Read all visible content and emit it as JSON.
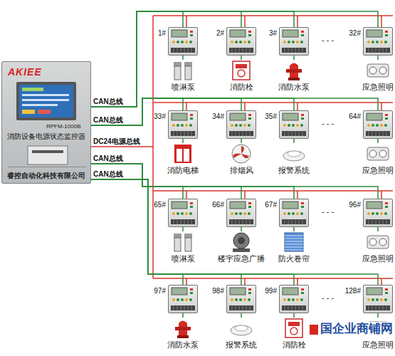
{
  "diagram": {
    "nodes": [
      {
        "text": [
          "AKIEE",
          "RPFM-1000B",
          "消防设备电源状态监控器",
          "睿控自动化科技有限公司"
        ]
      },
      {
        "text": [
          "1#"
        ]
      },
      {
        "text": [
          "喷淋泵"
        ]
      },
      {
        "text": [
          "2#"
        ]
      },
      {
        "text": [
          "消防栓"
        ]
      },
      {
        "text": [
          "3#"
        ]
      },
      {
        "text": [
          "消防水泵"
        ]
      },
      {
        "text": [
          "32#"
        ]
      },
      {
        "text": [
          "应急照明"
        ]
      },
      {
        "text": [
          "33#"
        ]
      },
      {
        "text": [
          "消防电梯"
        ]
      },
      {
        "text": [
          "34#"
        ]
      },
      {
        "text": [
          "排烟风"
        ]
      },
      {
        "text": [
          "35#"
        ]
      },
      {
        "text": [
          "报警系统"
        ]
      },
      {
        "text": [
          "64#"
        ]
      },
      {
        "text": [
          "应急照明"
        ]
      },
      {
        "text": [
          "65#"
        ]
      },
      {
        "text": [
          "喷淋泵"
        ]
      },
      {
        "text": [
          "66#"
        ]
      },
      {
        "text": [
          "楼宇应急广播"
        ]
      },
      {
        "text": [
          "67#"
        ]
      },
      {
        "text": [
          "防火卷帘"
        ]
      },
      {
        "text": [
          "96#"
        ]
      },
      {
        "text": [
          "应急照明"
        ]
      },
      {
        "text": [
          "97#"
        ]
      },
      {
        "text": [
          "消防水泵"
        ]
      },
      {
        "text": [
          "98#"
        ]
      },
      {
        "text": [
          "报警系统"
        ]
      },
      {
        "text": [
          "99#"
        ]
      },
      {
        "text": [
          "消防栓"
        ]
      },
      {
        "text": [
          "128#"
        ]
      },
      {
        "text": [
          "应急照明"
        ]
      }
    ],
    "edges": [
      {
        "from": 0,
        "to": 1,
        "arrow": "none"
      },
      {
        "from": 1,
        "to": 2,
        "arrow": "none"
      },
      {
        "from": 0,
        "to": 3,
        "arrow": "none"
      },
      {
        "from": 3,
        "to": 4,
        "arrow": "none"
      },
      {
        "from": 0,
        "to": 5,
        "arrow": "none"
      },
      {
        "from": 5,
        "to": 6,
        "arrow": "none"
      },
      {
        "from": 0,
        "to": 7,
        "arrow": "none"
      },
      {
        "from": 7,
        "to": 8,
        "arrow": "none"
      },
      {
        "from": 0,
        "to": 9,
        "arrow": "none"
      },
      {
        "from": 9,
        "to": 10,
        "arrow": "none"
      },
      {
        "from": 0,
        "to": 11,
        "arrow": "none"
      },
      {
        "from": 11,
        "to": 12,
        "arrow": "none"
      },
      {
        "from": 0,
        "to": 13,
        "arrow": "none"
      },
      {
        "from": 13,
        "to": 14,
        "arrow": "none"
      },
      {
        "from": 0,
        "to": 15,
        "arrow": "none"
      },
      {
        "from": 15,
        "to": 16,
        "arrow": "none"
      },
      {
        "from": 0,
        "to": 17,
        "arrow": "none"
      },
      {
        "from": 17,
        "to": 18,
        "arrow": "none"
      },
      {
        "from": 0,
        "to": 19,
        "arrow": "none"
      },
      {
        "from": 19,
        "to": 20,
        "arrow": "none"
      },
      {
        "from": 0,
        "to": 21,
        "arrow": "none"
      },
      {
        "from": 21,
        "to": 22,
        "arrow": "none"
      },
      {
        "from": 0,
        "to": 23,
        "arrow": "none"
      },
      {
        "from": 23,
        "to": 24,
        "arrow": "none"
      },
      {
        "from": 0,
        "to": 25,
        "arrow": "none"
      },
      {
        "from": 25,
        "to": 26,
        "arrow": "none"
      },
      {
        "from": 0,
        "to": 27,
        "arrow": "none"
      },
      {
        "from": 27,
        "to": 28,
        "arrow": "none"
      },
      {
        "from": 0,
        "to": 29,
        "arrow": "none"
      },
      {
        "from": 29,
        "to": 30,
        "arrow": "none"
      },
      {
        "from": 0,
        "to": 31,
        "arrow": "none"
      },
      {
        "from": 31,
        "to": 32,
        "arrow": "none"
      }
    ],
    "labels": [
      "CAN总线",
      "CAN总线",
      "DC24电源总线",
      "CAN总线",
      "CAN总线",
      "- - -",
      "- - -",
      "- - -",
      "- - -",
      "国企业商铺网"
    ]
  }
}
